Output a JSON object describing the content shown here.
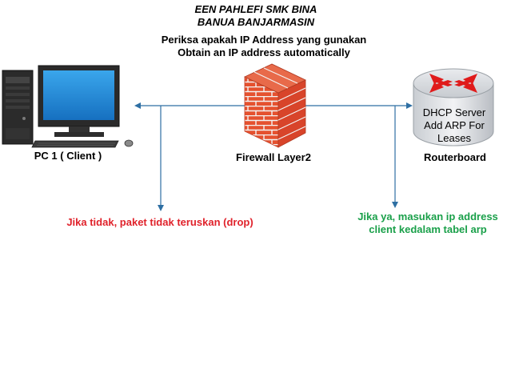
{
  "header": {
    "line1": "EEN PAHLEFI SMK BINA",
    "line2": "BANUA BANJARMASIN"
  },
  "check": {
    "line1": "Periksa apakah IP Address yang gunakan",
    "line2": "Obtain an IP address automatically"
  },
  "nodes": {
    "pc": {
      "label": "PC 1 ( Client )",
      "icon": "desktop-computer-icon"
    },
    "firewall": {
      "label": "Firewall Layer2",
      "icon": "brick-firewall-icon"
    },
    "router": {
      "label": "Routerboard",
      "icon": "router-icon",
      "inner_lines": [
        "DHCP Server",
        "Add ARP For",
        "Leases"
      ]
    }
  },
  "outcomes": {
    "no": "Jika tidak, paket tidak teruskan (drop)",
    "yes_line1": "Jika ya, masukan ip address",
    "yes_line2": "client kedalam tabel arp"
  },
  "colors": {
    "arrow": "#2e6fa3",
    "no_text": "#e0222b",
    "yes_text": "#1aa04a",
    "brick": "#e04a2a",
    "monitor_screen": "#1d8fd8",
    "router_arrows": "#e01b1b"
  }
}
